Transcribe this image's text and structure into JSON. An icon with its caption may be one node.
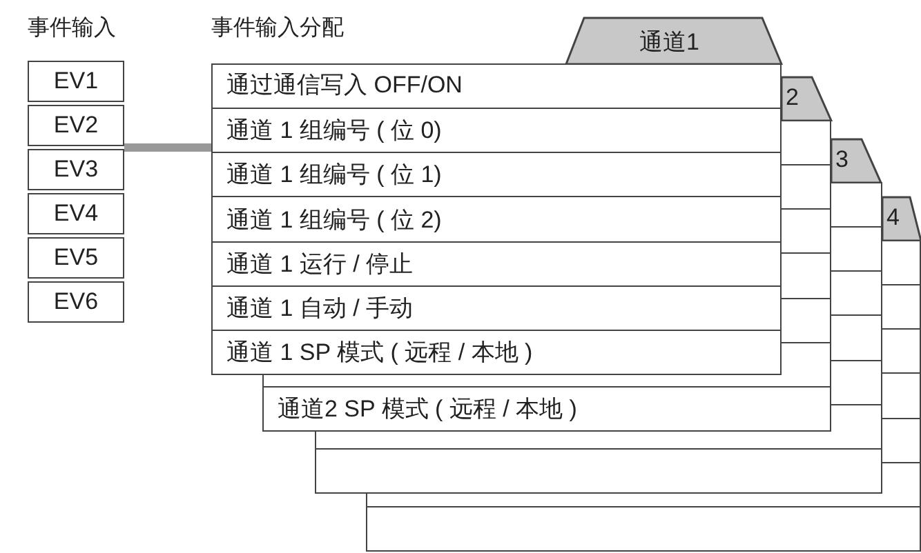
{
  "diagram": {
    "nodes": [
      {
        "text": [
          "事件输入"
        ]
      },
      {
        "text": [
          "EV1"
        ],
        "in": 0
      },
      {
        "text": [
          "EV2"
        ],
        "in": 0
      },
      {
        "text": [
          "EV3"
        ],
        "in": 0
      },
      {
        "text": [
          "EV4"
        ],
        "in": 0
      },
      {
        "text": [
          "EV5"
        ],
        "in": 0
      },
      {
        "text": [
          "EV6"
        ],
        "in": 0
      },
      {
        "text": [
          "事件输入分配",
          "通道1"
        ]
      },
      {
        "text": [
          "通过通信写入  OFF/ON"
        ],
        "in": 7
      },
      {
        "text": [
          "通道 1 组编号 ( 位 0)"
        ],
        "in": 7
      },
      {
        "text": [
          "通道 1 组编号 ( 位 1)"
        ],
        "in": 7
      },
      {
        "text": [
          "通道 1 组编号 ( 位 2)"
        ],
        "in": 7
      },
      {
        "text": [
          "通道 1 运行 / 停止"
        ],
        "in": 7
      },
      {
        "text": [
          "通道 1 自动 / 手动"
        ],
        "in": 7
      },
      {
        "text": [
          "通道 1 SP 模式 ( 远程 / 本地 )"
        ],
        "in": 7
      },
      {
        "text": [
          "2"
        ]
      },
      {
        "text": [
          "通道2 SP 模式 ( 远程 / 本地 )"
        ],
        "in": 15
      },
      {
        "text": [
          "3"
        ]
      },
      {
        "text": [
          "4"
        ]
      }
    ],
    "edges": [
      {
        "from": 0,
        "to": 7,
        "arrow": "none",
        "color": "#999999"
      }
    ]
  }
}
